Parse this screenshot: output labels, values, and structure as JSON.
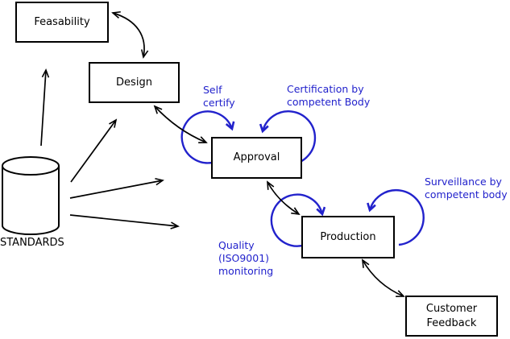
{
  "colors": {
    "accent_blue": "#2222cc",
    "ink": "#000000",
    "background": "#ffffff"
  },
  "nodes": {
    "feasability": {
      "label": "Feasability"
    },
    "design": {
      "label": "Design"
    },
    "approval": {
      "label": "Approval"
    },
    "production": {
      "label": "Production"
    },
    "customer_feedback": {
      "label": "Customer\nFeedback"
    },
    "standards": {
      "label": "STANDARDS"
    }
  },
  "annotations": {
    "self_certify": {
      "label": "Self\ncertify"
    },
    "certification": {
      "label": "Certification by\ncompetent Body"
    },
    "surveillance": {
      "label": "Surveillance by\ncompetent body"
    },
    "quality": {
      "label": "Quality\n(ISO9001)\nmonitoring"
    }
  },
  "edges": [
    {
      "from": "standards",
      "to": "feasability",
      "type": "arrow"
    },
    {
      "from": "standards",
      "to": "design",
      "type": "arrow"
    },
    {
      "from": "standards",
      "to": "approval",
      "type": "arrow"
    },
    {
      "from": "standards",
      "to": "production",
      "type": "arrow"
    },
    {
      "from": "feasability",
      "to": "design",
      "type": "double-arrow"
    },
    {
      "from": "design",
      "to": "approval",
      "type": "double-arrow"
    },
    {
      "from": "approval",
      "to": "production",
      "type": "double-arrow"
    },
    {
      "from": "production",
      "to": "customer_feedback",
      "type": "double-arrow"
    },
    {
      "on": "approval",
      "type": "self-loop",
      "label_ref": "self_certify"
    },
    {
      "on": "approval",
      "type": "self-loop",
      "label_ref": "certification"
    },
    {
      "on": "production",
      "type": "self-loop",
      "label_ref": "quality"
    },
    {
      "on": "production",
      "type": "self-loop",
      "label_ref": "surveillance"
    }
  ]
}
